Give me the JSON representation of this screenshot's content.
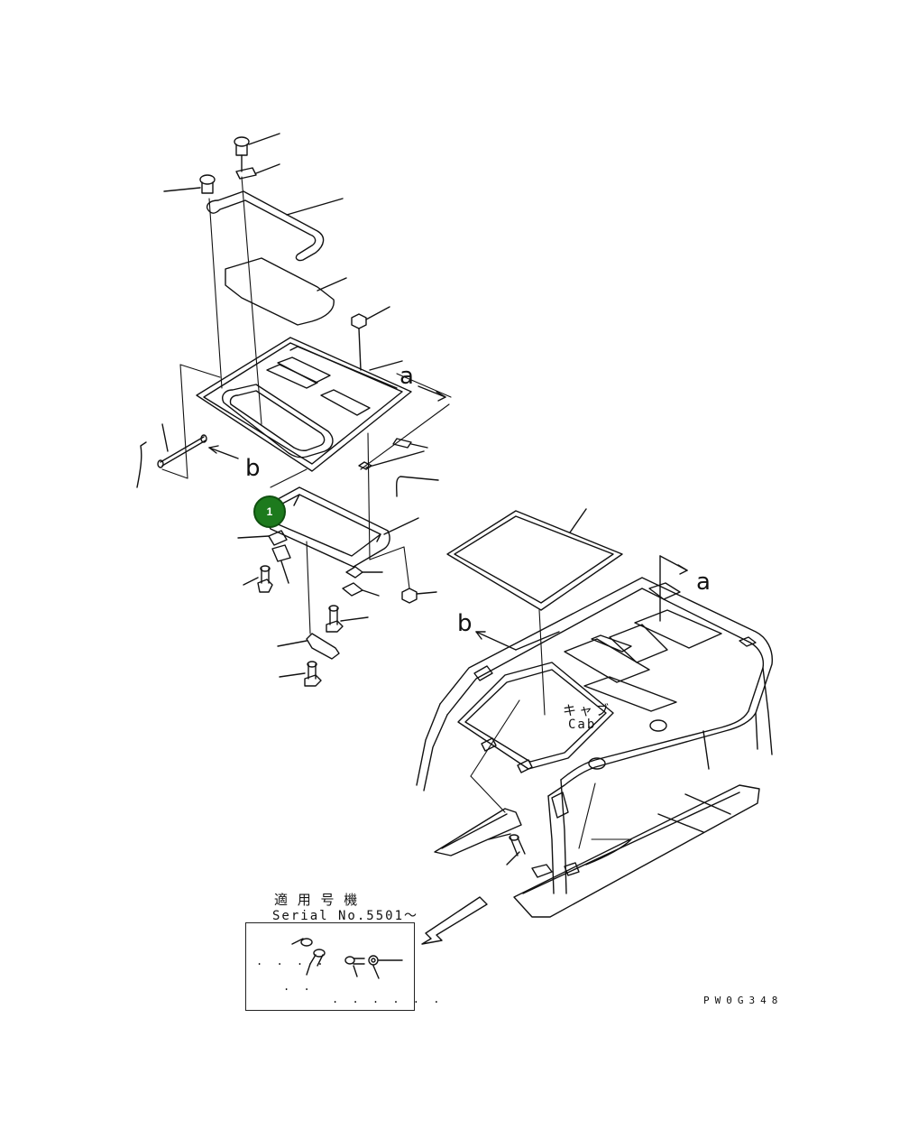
{
  "diagram": {
    "callout": {
      "number": "1"
    },
    "view_marks": {
      "a_upper": "a",
      "b_upper": "b",
      "a_lower": "a",
      "b_lower": "b"
    },
    "cab_label": {
      "japanese": "キャブ",
      "english": "Cab"
    },
    "serial_label": {
      "japanese": "適 用 号 機",
      "english": "Serial No.5501～"
    },
    "serial_box_dots": {
      "row1": ". . . .",
      "row2": ". .",
      "row3": ". .   . . . ."
    },
    "drawing_code": "PW0G348",
    "colors": {
      "callout_fill": "#1d7a1d",
      "line": "#111111"
    }
  }
}
